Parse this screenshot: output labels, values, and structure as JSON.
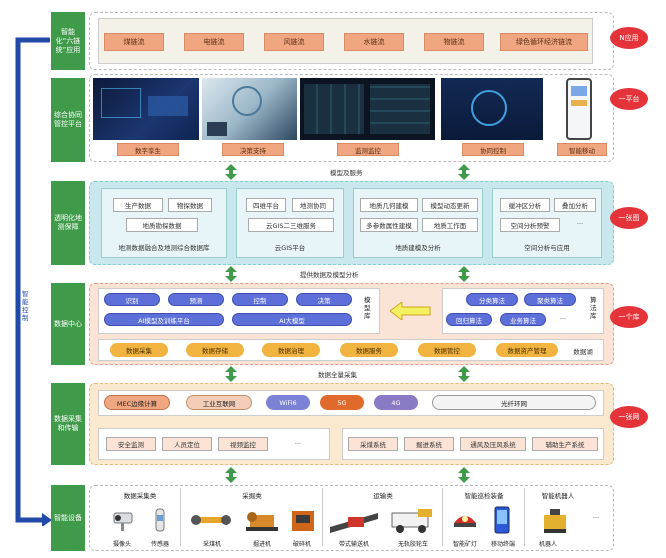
{
  "side_label": "智能控制",
  "badges": {
    "app": "N应用",
    "platform": "一平台",
    "map": "一张图",
    "lake": "一个库",
    "network": "一张网"
  },
  "layers": {
    "app": "智能化“六链统”应用",
    "platform": "综合协同管控平台",
    "transparent": "透明化地测保障",
    "data": "数据中心",
    "collect": "数据采集和传输",
    "device": "智能设备"
  },
  "chains": [
    "煤链流",
    "电链流",
    "风链流",
    "水链流",
    "物链流",
    "绿色循环经济链流"
  ],
  "platform_labels": [
    "数字孪生",
    "决策支持",
    "监测监控",
    "协同控制",
    "智能移动"
  ],
  "sep_labels": {
    "model_service": "模型及服务",
    "data_model": "提供数据及模型分析",
    "data_collect": "数据全量采集"
  },
  "transparent": {
    "group1": {
      "items": [
        "生产数据",
        "物探数据",
        "地质勘探数据"
      ],
      "label": "地测数据融合及地测综合数据库"
    },
    "group2": {
      "items": [
        "四维平台",
        "地测协同",
        "云GIS二三维服务"
      ],
      "label": "云GIS平台"
    },
    "group3": {
      "items": [
        "地质几何建模",
        "模型动态更新",
        "多参数属性建模",
        "地质工作面"
      ],
      "label": "地质建模及分析"
    },
    "group4": {
      "items": [
        "缓冲区分析",
        "叠加分析",
        "空间分析预警",
        "···"
      ],
      "label": "空间分析与应用"
    }
  },
  "data_center": {
    "ai_items": [
      "识别",
      "预测",
      "控制",
      "决策"
    ],
    "ai_platform": "AI模型及训练平台",
    "ai_model": "AI大模型",
    "model_lib": "模型库",
    "algo_items": [
      "分类算法",
      "聚类算法",
      "回归算法",
      "业务算法",
      "···"
    ],
    "algo_lib": "算法库",
    "lake_items": [
      "数据采集",
      "数据存储",
      "数据治理",
      "数据服务",
      "数据管控",
      "数据资产管理"
    ],
    "lake_label": "数据湖"
  },
  "collect": {
    "network": [
      "MEC边缘计算",
      "工业互联网",
      "WiFi6",
      "5G",
      "4G"
    ],
    "ring": "光纤环网",
    "monitor": [
      "安全监测",
      "人员定位",
      "视频监控",
      "···"
    ],
    "systems": [
      "采煤系统",
      "掘进系统",
      "通风及压风系统",
      "辅助生产系统"
    ]
  },
  "devices": {
    "categories": [
      "数据采集类",
      "采掘类",
      "运输类",
      "智能巡检装备",
      "智能机器人"
    ],
    "items": [
      "摄像头",
      "传感器",
      "采煤机",
      "掘进机",
      "破碎机",
      "带式输送机",
      "无轨胶轮车",
      "智能矿灯",
      "移动终端",
      "机器人",
      "···"
    ]
  },
  "colors": {
    "green": "#3f9a4a",
    "orange_box": "#f0a680",
    "badge": "#e5333a",
    "cyan_panel": "#c9e8ee",
    "data_panel": "#fbe3d6",
    "collect_panel": "#fbe9cf",
    "blue_arrow": "#1f4aa8"
  }
}
